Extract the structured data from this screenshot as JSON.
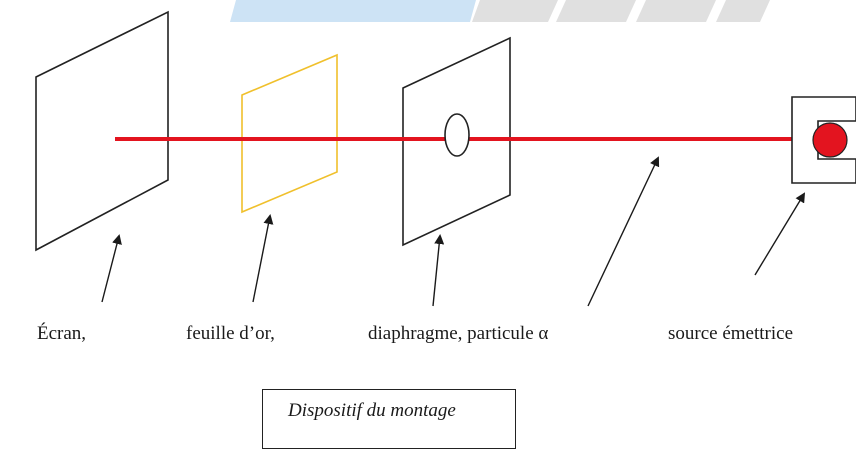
{
  "labels": {
    "screen": "Écran,",
    "gold_foil": "feuille d’or,",
    "diaphragm_particle": "diaphragme, particule α",
    "source": "source émettrice"
  },
  "caption": "Dispositif du montage",
  "colors": {
    "beam": "#e3141f",
    "gold_foil": "#f0c02c",
    "outline": "#222222",
    "header_band_blue": "#cde3f5",
    "header_band_gray": "#e0e0e0"
  }
}
